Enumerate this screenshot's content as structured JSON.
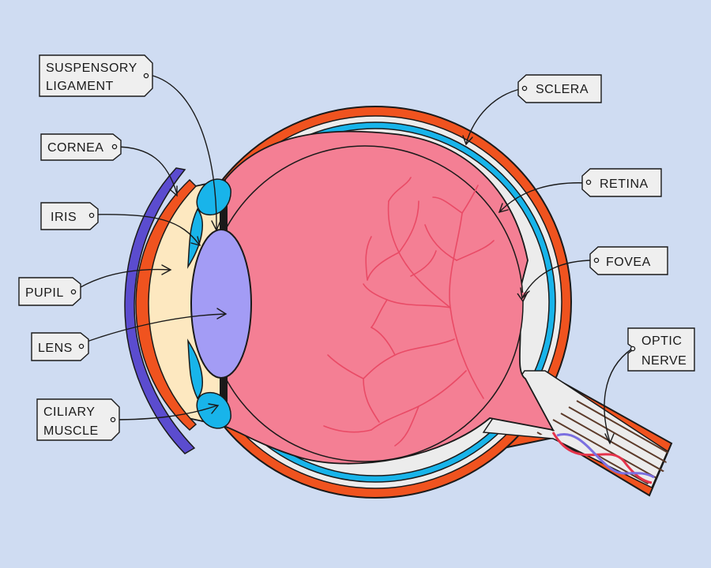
{
  "colors": {
    "background": "#cfdcf2",
    "sclera": "#f0531f",
    "retina": "#18b4ea",
    "choroid_gap": "#ececec",
    "vitreous": "#f47f94",
    "lens": "#a39cf5",
    "cornea": "#5b4ccf",
    "aqueous": "#fde8c0",
    "blood_vessels": "#e94b66",
    "tag_fill": "#efefef",
    "outline": "#1a1a1a"
  },
  "labels": {
    "suspensory_ligament": [
      "SUSPENSORY",
      "LIGAMENT"
    ],
    "cornea": [
      "CORNEA"
    ],
    "iris": [
      "IRIS"
    ],
    "pupil": [
      "PUPIL"
    ],
    "lens": [
      "LENS"
    ],
    "ciliary_muscle": [
      "CILIARY",
      "MUSCLE"
    ],
    "sclera": [
      "SCLERA"
    ],
    "retina": [
      "RETINA"
    ],
    "fovea": [
      "FOVEA"
    ],
    "optic_nerve": [
      "OPTIC",
      "NERVE"
    ]
  }
}
